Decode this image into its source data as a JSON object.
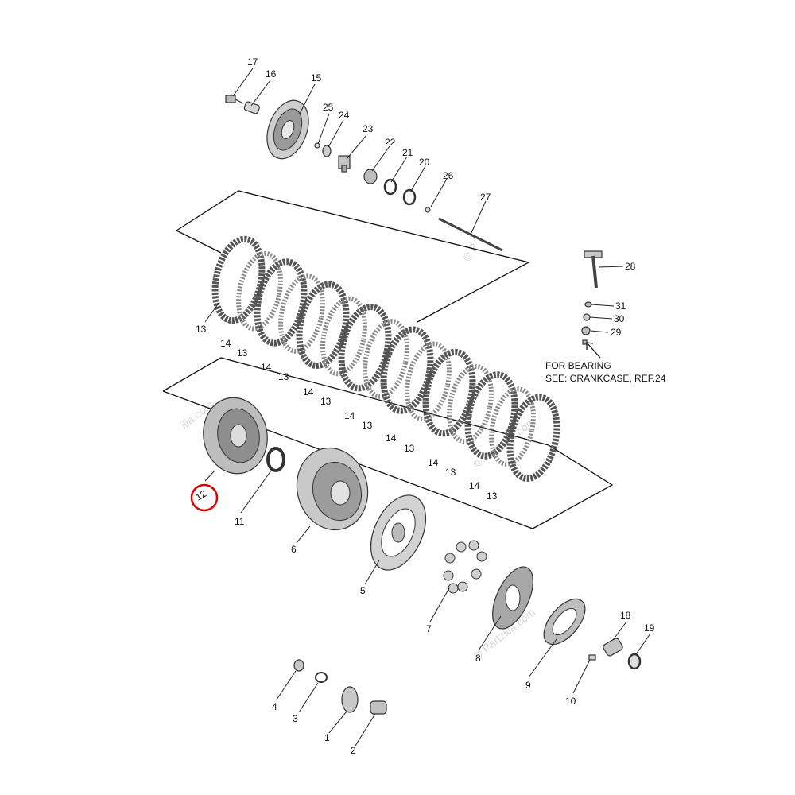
{
  "diagram": {
    "part_labels": [
      "1",
      "2",
      "3",
      "4",
      "5",
      "6",
      "7",
      "8",
      "9",
      "10",
      "11",
      "12",
      "13",
      "14",
      "15",
      "16",
      "17",
      "18",
      "19",
      "20",
      "21",
      "22",
      "23",
      "24",
      "25",
      "26",
      "27",
      "28",
      "29",
      "30",
      "31"
    ],
    "highlighted_part": "12",
    "highlight_color": "#e00000",
    "note_line1": "FOR BEARING",
    "note_line2": "SEE: CRANKCASE, REF.24",
    "watermarks": [
      "© Partzilla.com",
      "© Partzilla.com",
      "ilia.com",
      "© P"
    ]
  }
}
